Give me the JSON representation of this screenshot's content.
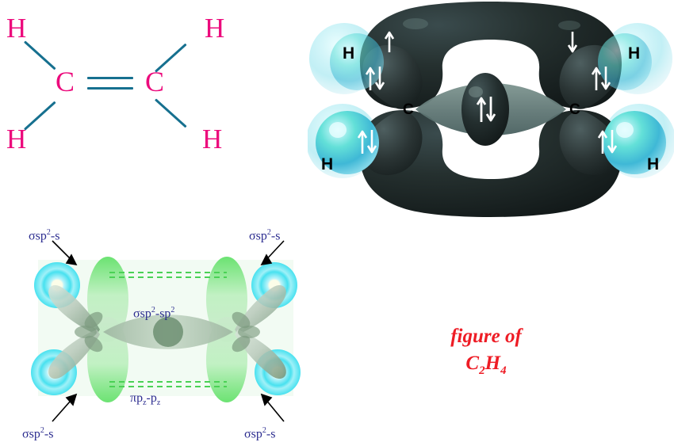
{
  "figure": {
    "caption_line1": "figure of",
    "formula": {
      "c": "C",
      "c_sub": "2",
      "h": "H",
      "h_sub": "4"
    },
    "caption_color": "#ee1c25"
  },
  "lewis_structure": {
    "name": "ethene-lewis-structure",
    "bond_color": "#16708f",
    "atom_color": "#ec0a7c",
    "atoms": [
      {
        "label": "H",
        "role": "hydrogen-top-left"
      },
      {
        "label": "H",
        "role": "hydrogen-top-right"
      },
      {
        "label": "C",
        "role": "carbon-left"
      },
      {
        "label": "C",
        "role": "carbon-right"
      },
      {
        "label": "H",
        "role": "hydrogen-bottom-left"
      },
      {
        "label": "H",
        "role": "hydrogen-bottom-right"
      }
    ],
    "bond_type": "double"
  },
  "orbital_model": {
    "name": "pi-bond-3d-model",
    "carbon_labels": [
      "C",
      "C"
    ],
    "hydrogen_labels": [
      "H",
      "H",
      "H",
      "H"
    ],
    "pi_cloud_color": "#1f2a2b",
    "sigma_lens_color": "#5c6e6b",
    "hydrogen_sphere_color": "#4fd3c6",
    "spin_symbols": {
      "pi_top_left": "up",
      "pi_top_right": "down",
      "sigma_center": "up-down",
      "ch_top_left": "up-down",
      "ch_bottom_left": "up-down",
      "ch_top_right": "up-down",
      "ch_bottom_right": "up-down"
    }
  },
  "overlap_diagram": {
    "name": "sp2-orbital-overlap-diagram",
    "background_color": "#f2fbf3",
    "p_orbital_color": "#5fe066",
    "sp2_orbital_color": "#7d9b80",
    "h_orbital_color": "#3fe0ef",
    "labels": [
      {
        "id": "sigma-top-left",
        "sigma": "σsp",
        "sup": "2",
        "tail": "-s"
      },
      {
        "id": "sigma-top-right",
        "sigma": "σsp",
        "sup": "2",
        "tail": "-s"
      },
      {
        "id": "sigma-bottom-left",
        "sigma": "σsp",
        "sup": "2",
        "tail": "-s"
      },
      {
        "id": "sigma-bottom-right",
        "sigma": "σsp",
        "sup": "2",
        "tail": "-s"
      }
    ],
    "center_label": {
      "sigma": "σsp",
      "sup1": "2",
      "mid": "-sp",
      "sup2": "2"
    },
    "pi_label": {
      "pi": "πp",
      "sub1": "z",
      "mid": "-p",
      "sub2": "z"
    }
  }
}
